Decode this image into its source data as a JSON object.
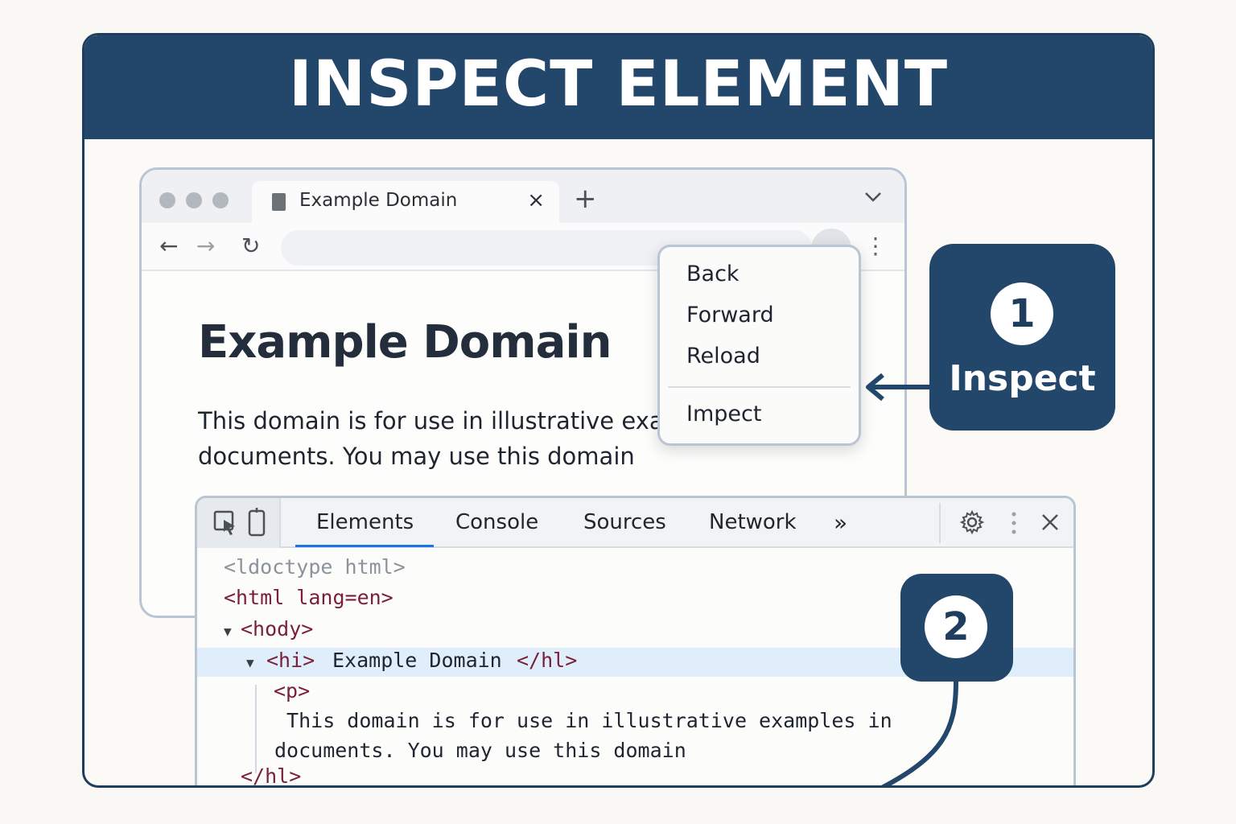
{
  "banner": {
    "title": "INSPECT ELEMENT"
  },
  "browser": {
    "tab_title": "Example Domain",
    "tab_close": "×",
    "new_tab": "+",
    "tab_menu": "⌄",
    "back": "←",
    "forward": "→",
    "reload": "↻",
    "menu": "⋮"
  },
  "page": {
    "heading": "Example Domain",
    "paragraph": "This domain is for use in illustrative exar documents. You may use this domain"
  },
  "context_menu": {
    "items": [
      "Back",
      "Forward",
      "Reload",
      "Impect"
    ]
  },
  "callout1": {
    "number": "1",
    "label": "Inspect"
  },
  "callout2": {
    "number": "2"
  },
  "devtools": {
    "tabs": [
      "Elements",
      "Console",
      "Sources",
      "Network"
    ],
    "more": "»",
    "active_tab": "Elements",
    "code": {
      "line1": "<ldoctype html>",
      "line2": "<html lang=en>",
      "line3": "<hody>",
      "line4_open": "<hi>",
      "line4_text": "Example Domain",
      "line4_close": "</hl>",
      "line5": "<p>",
      "line6": " This domain is for use in illustrative examples in",
      "line7": "documents. You may use this domain",
      "line8": "</hl>"
    }
  },
  "colors": {
    "banner": "#23466b",
    "accent": "#1a73e8",
    "highlight": "#dfeefa",
    "tag": "#7a1f36"
  }
}
